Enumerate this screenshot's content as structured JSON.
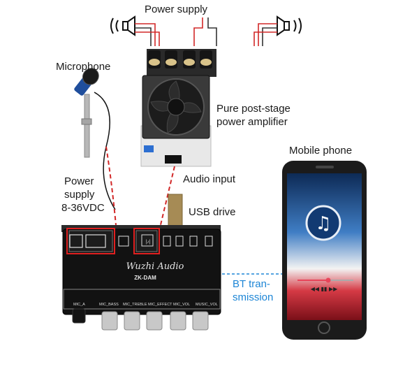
{
  "labels": {
    "power_supply_top": "Power supply",
    "microphone": "Microphone",
    "amp_line1": "Pure post-stage",
    "amp_line2": "power amplifier",
    "mobile_phone": "Mobile phone",
    "power_supply_left_1": "Power",
    "power_supply_left_2": "supply",
    "power_supply_left_3": "8-36VDC",
    "audio_input": "Audio input",
    "usb_drive": "USB drive",
    "bt_line1": "BT tran-",
    "bt_line2": "smission"
  },
  "board": {
    "brand": "Wuzhi Audio",
    "model": "ZK-DAM",
    "knobs": [
      "MIC_A",
      "MIC_BASS",
      "MIC_TREBLE",
      "MIC_EFFECT",
      "MIC_VOL",
      "MUSIC_VOL"
    ]
  },
  "colors": {
    "callout_red": "#e02020",
    "bt_blue": "#1e86d6",
    "wire_red": "#d22828",
    "board_black": "#121212"
  },
  "icons": {
    "speaker_left": "speaker-icon",
    "speaker_right": "speaker-icon",
    "music_note": "music-note-icon"
  }
}
